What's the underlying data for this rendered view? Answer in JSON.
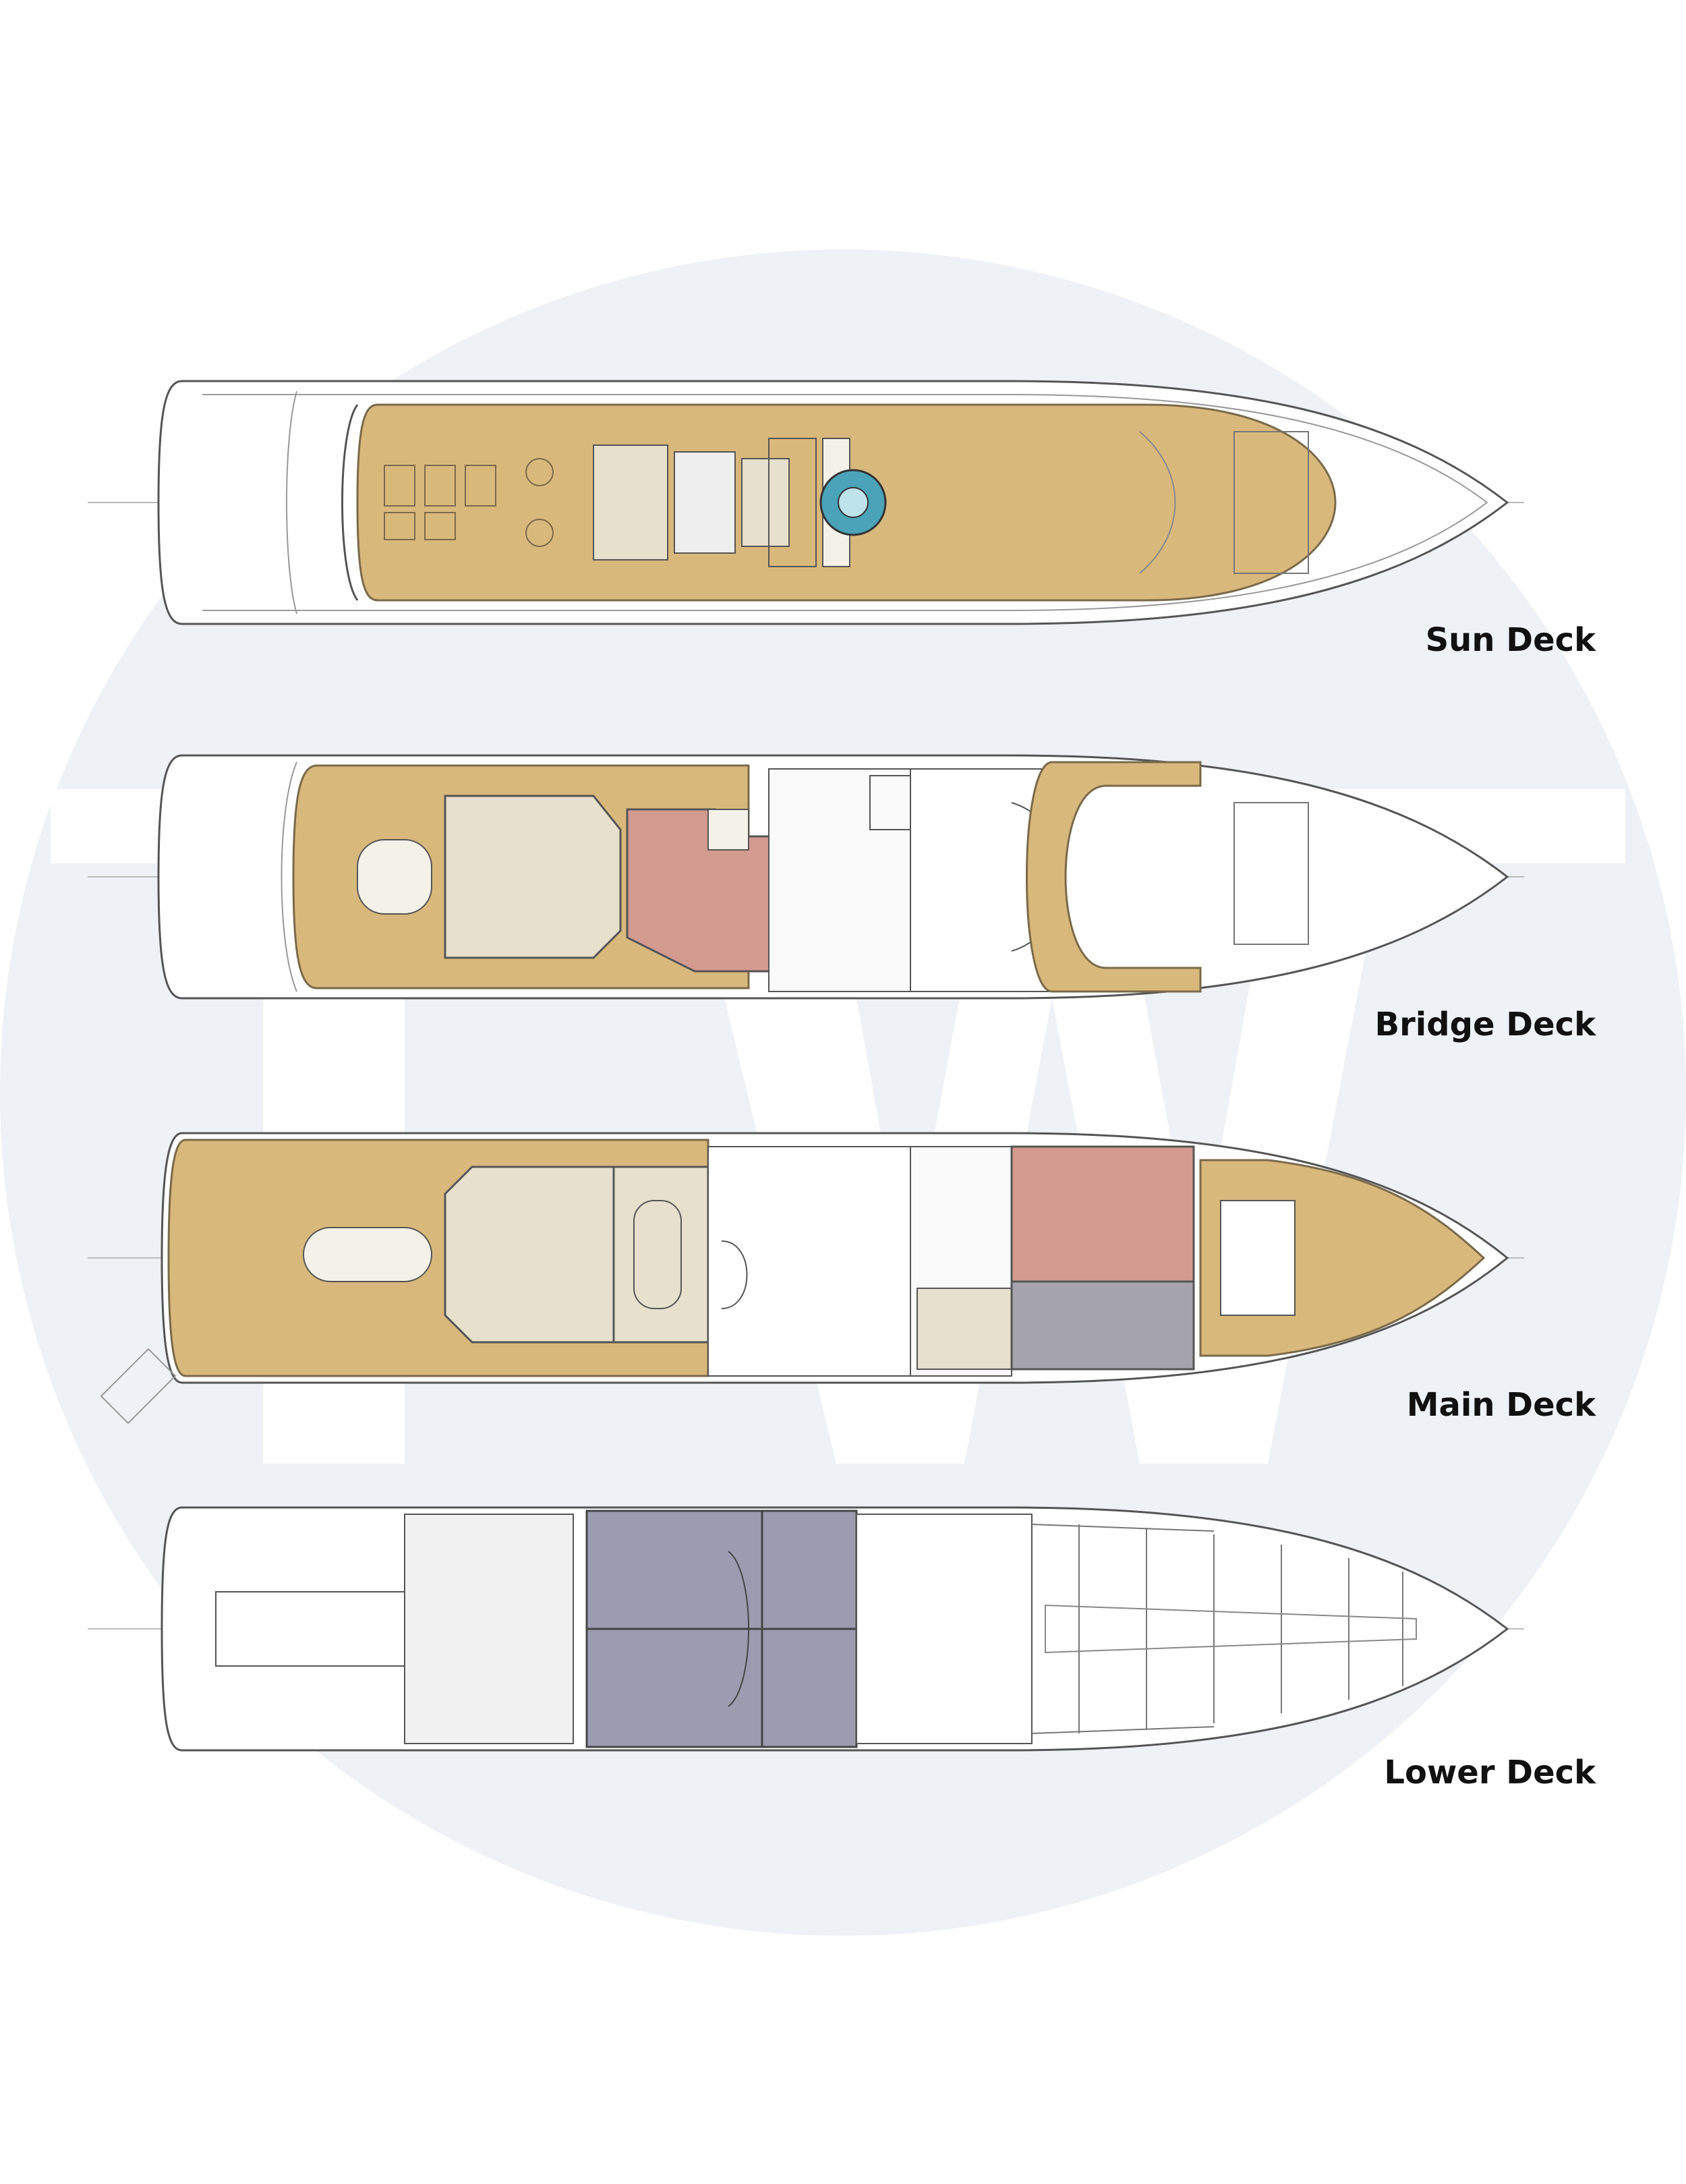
{
  "watermark": {
    "letters": "TW",
    "circle_color": "#eef1f6",
    "letter_color": "#ffffff"
  },
  "colors": {
    "teak": "#d9b87c",
    "owner_suite": "#d39a90",
    "salon": "#e6e0cc",
    "crew_grey": "#a5a4ad",
    "guest_purple": "#9d9bb0",
    "hull_line": "#555555",
    "jacuzzi": "#4aa3b8"
  },
  "decks": [
    {
      "id": "sun",
      "label": "Sun Deck"
    },
    {
      "id": "bridge",
      "label": "Bridge Deck"
    },
    {
      "id": "main",
      "label": "Main Deck"
    },
    {
      "id": "lower",
      "label": "Lower Deck"
    }
  ]
}
